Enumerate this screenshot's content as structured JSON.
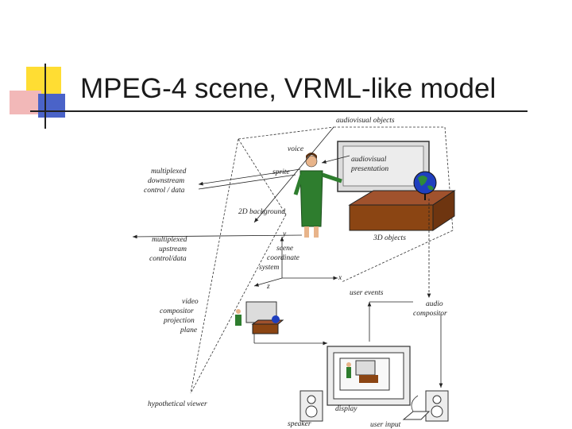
{
  "slide": {
    "title": "MPEG-4 scene, VRML-like model"
  },
  "labels": {
    "audiovisual_objects": "audiovisual objects",
    "voice": "voice",
    "sprite": "sprite",
    "av_presentation_1": "audiovisual",
    "av_presentation_2": "presentation",
    "mux_down_1": "multiplexed",
    "mux_down_2": "downstream",
    "mux_down_3": "control / data",
    "background_2d": "2D background",
    "objects_3d": "3D objects",
    "mux_up_1": "multiplexed",
    "mux_up_2": "upstream",
    "mux_up_3": "control/data",
    "scene_coord_1": "scene",
    "scene_coord_2": "coordinate",
    "scene_coord_3": "system",
    "axis_y": "y",
    "axis_x": "x",
    "axis_z": "z",
    "user_events": "user events",
    "audio_compositor_1": "audio",
    "audio_compositor_2": "compositor",
    "video_comp_1": "video",
    "video_comp_2": "compositor",
    "video_comp_3": "projection",
    "video_comp_4": "plane",
    "hypothetical_viewer": "hypothetical viewer",
    "display": "display",
    "speaker": "speaker",
    "user_input": "user input"
  }
}
